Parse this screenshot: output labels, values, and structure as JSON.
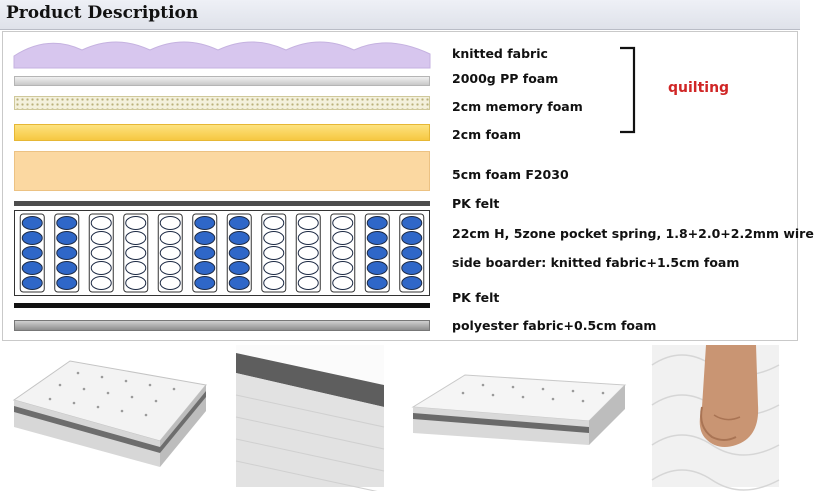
{
  "header": {
    "title": "Product Description"
  },
  "layers": [
    {
      "label": "knitted fabric",
      "color": "#d7c6ee"
    },
    {
      "label": "2000g PP foam",
      "color": "#d8d8d8"
    },
    {
      "label": "2cm memory foam",
      "color": "#d9d4a2"
    },
    {
      "label": "2cm foam",
      "color": "#f8d35c"
    },
    {
      "label": "5cm foam F2030",
      "color": "#fbd8a1"
    },
    {
      "label": "PK felt",
      "color": "#4d4d4d"
    },
    {
      "label": "22cm H, 5zone pocket spring, 1.8+2.0+2.2mm wire",
      "color": "#2f67c8"
    },
    {
      "label": "side boarder: knitted fabric+1.5cm foam"
    },
    {
      "label": "PK felt",
      "color": "#111111"
    },
    {
      "label": "polyester fabric+0.5cm foam",
      "color": "#a9a9a9"
    }
  ],
  "quilting_label": "quilting",
  "accent_red": "#d02626",
  "photos": [
    {
      "name": "mattress-angle-photo"
    },
    {
      "name": "mattress-side-closeup-photo"
    },
    {
      "name": "mattress-front-photo"
    },
    {
      "name": "hand-pressing-surface-photo"
    }
  ]
}
